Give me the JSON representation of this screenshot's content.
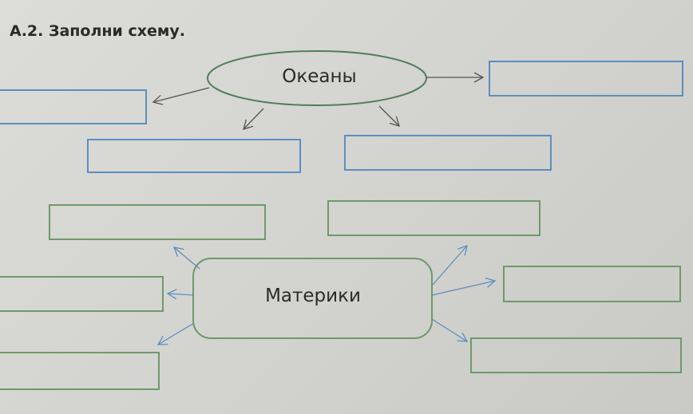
{
  "exercise": {
    "title": "А.2. Заполни схему."
  },
  "nodes": {
    "oceans": "Океаны",
    "continents": "Материки"
  },
  "colors": {
    "blue_box": "#5b8fc0",
    "green_box": "#6d9a6d",
    "ellipse": "#4f7d5c",
    "arrow_gray": "#555555",
    "arrow_blue": "#5b8fc0"
  }
}
